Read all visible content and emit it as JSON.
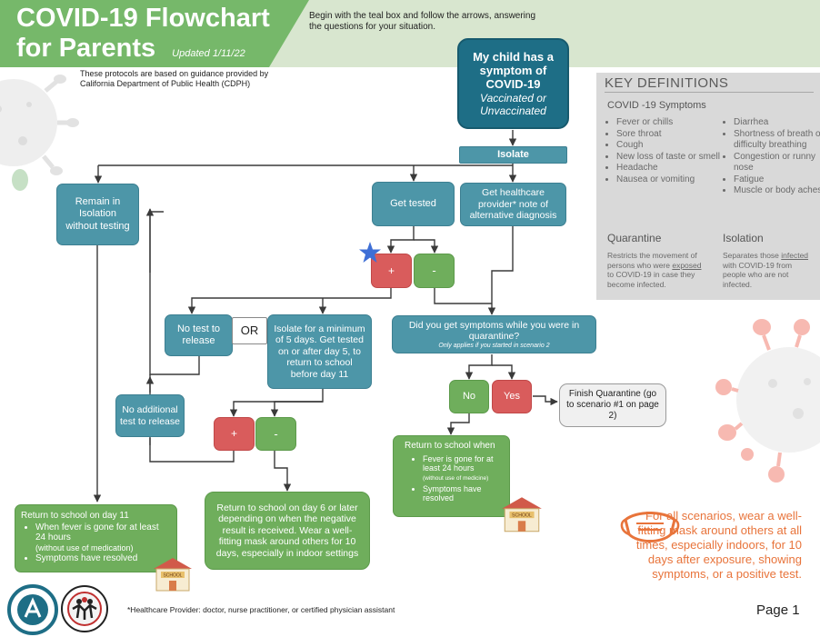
{
  "header": {
    "title_line1": "COVID-19 Flowchart",
    "title_line2": "for Parents",
    "updated": "Updated 1/11/22",
    "instructions": "Begin with the teal box and follow the arrows, answering the questions for your situation.",
    "guidance": "These protocols are based on guidance provided by California Department of Public Health (CDPH)"
  },
  "start": {
    "line1": "My child has a symptom of COVID-19",
    "line2": "Vaccinated or Unvaccinated"
  },
  "nodes": {
    "isolate": "Isolate",
    "remain": "Remain in Isolation without testing",
    "get_tested": "Get tested",
    "provider_note": "Get healthcare provider* note of alternative diagnosis",
    "plus": "+",
    "minus": "-",
    "no_test": "No test to release",
    "or": "OR",
    "isolate_5": "Isolate for a minimum of 5 days. Get tested on or after day 5, to return to school before day 11",
    "no_additional": "No additional test to release",
    "quarantine_q": "Did you get symptoms while you were in quarantine?",
    "quarantine_q_note": "Only applies if you started in scenario 2",
    "no": "No",
    "yes": "Yes",
    "finish": "Finish Quarantine (go to scenario #1 on page 2)"
  },
  "return_day11": {
    "title": "Return to school on day 11",
    "items": [
      "When fever is gone for at least 24 hours",
      "Symptoms have resolved"
    ],
    "item1_note": "(without use of medication)"
  },
  "return_day6": "Return to school on day 6 or later depending on when the negative result is received. Wear a well-fitting mask around others for 10 days, especially in indoor settings",
  "return_when": {
    "title": "Return to school when",
    "item1": "Fever is gone for at least 24 hours",
    "item1_note": "(without use of medicine)",
    "item2": "Symptoms have resolved"
  },
  "school_sign": "SCHOOL",
  "definitions": {
    "heading": "KEY DEFINITIONS",
    "symptoms_heading": "COVID -19 Symptoms",
    "symptoms_left": [
      "Fever or chills",
      "Sore throat",
      "Cough",
      "New loss of taste or smell",
      "Headache",
      "Nausea or vomiting"
    ],
    "symptoms_right": [
      "Diarrhea",
      "Shortness of breath or difficulty breathing",
      "Congestion or runny nose",
      "Fatigue",
      "Muscle or body aches"
    ],
    "quarantine_heading": "Quarantine",
    "quarantine_a": "Restricts the movement of persons who were ",
    "quarantine_b": "exposed",
    "quarantine_c": " to COVID-19 in case they become infected.",
    "isolation_heading": "Isolation",
    "isolation_a": "Separates those ",
    "isolation_b": "infected",
    "isolation_c": " with COVID-19 from people who are not infected."
  },
  "mask_note": "For all scenarios, wear a well-fitting mask around others at all times, especially indoors, for 10 days after exposure, showing symptoms, or a positive test.",
  "footnote": "*Healthcare Provider: doctor, nurse practitioner, or certified physician assistant",
  "page": "Page 1",
  "colors": {
    "header_green": "#76b86a",
    "teal": "#4d96a8",
    "dark_teal": "#1e6e86",
    "green": "#6fae5c",
    "red": "#d95c5c",
    "definitions_bg": "#d9d9d9",
    "mask_orange": "#e8743b"
  },
  "icons": [
    "star-icon",
    "school-icon",
    "mask-icon",
    "virus-icon",
    "seal-logo",
    "health-department-logo"
  ]
}
